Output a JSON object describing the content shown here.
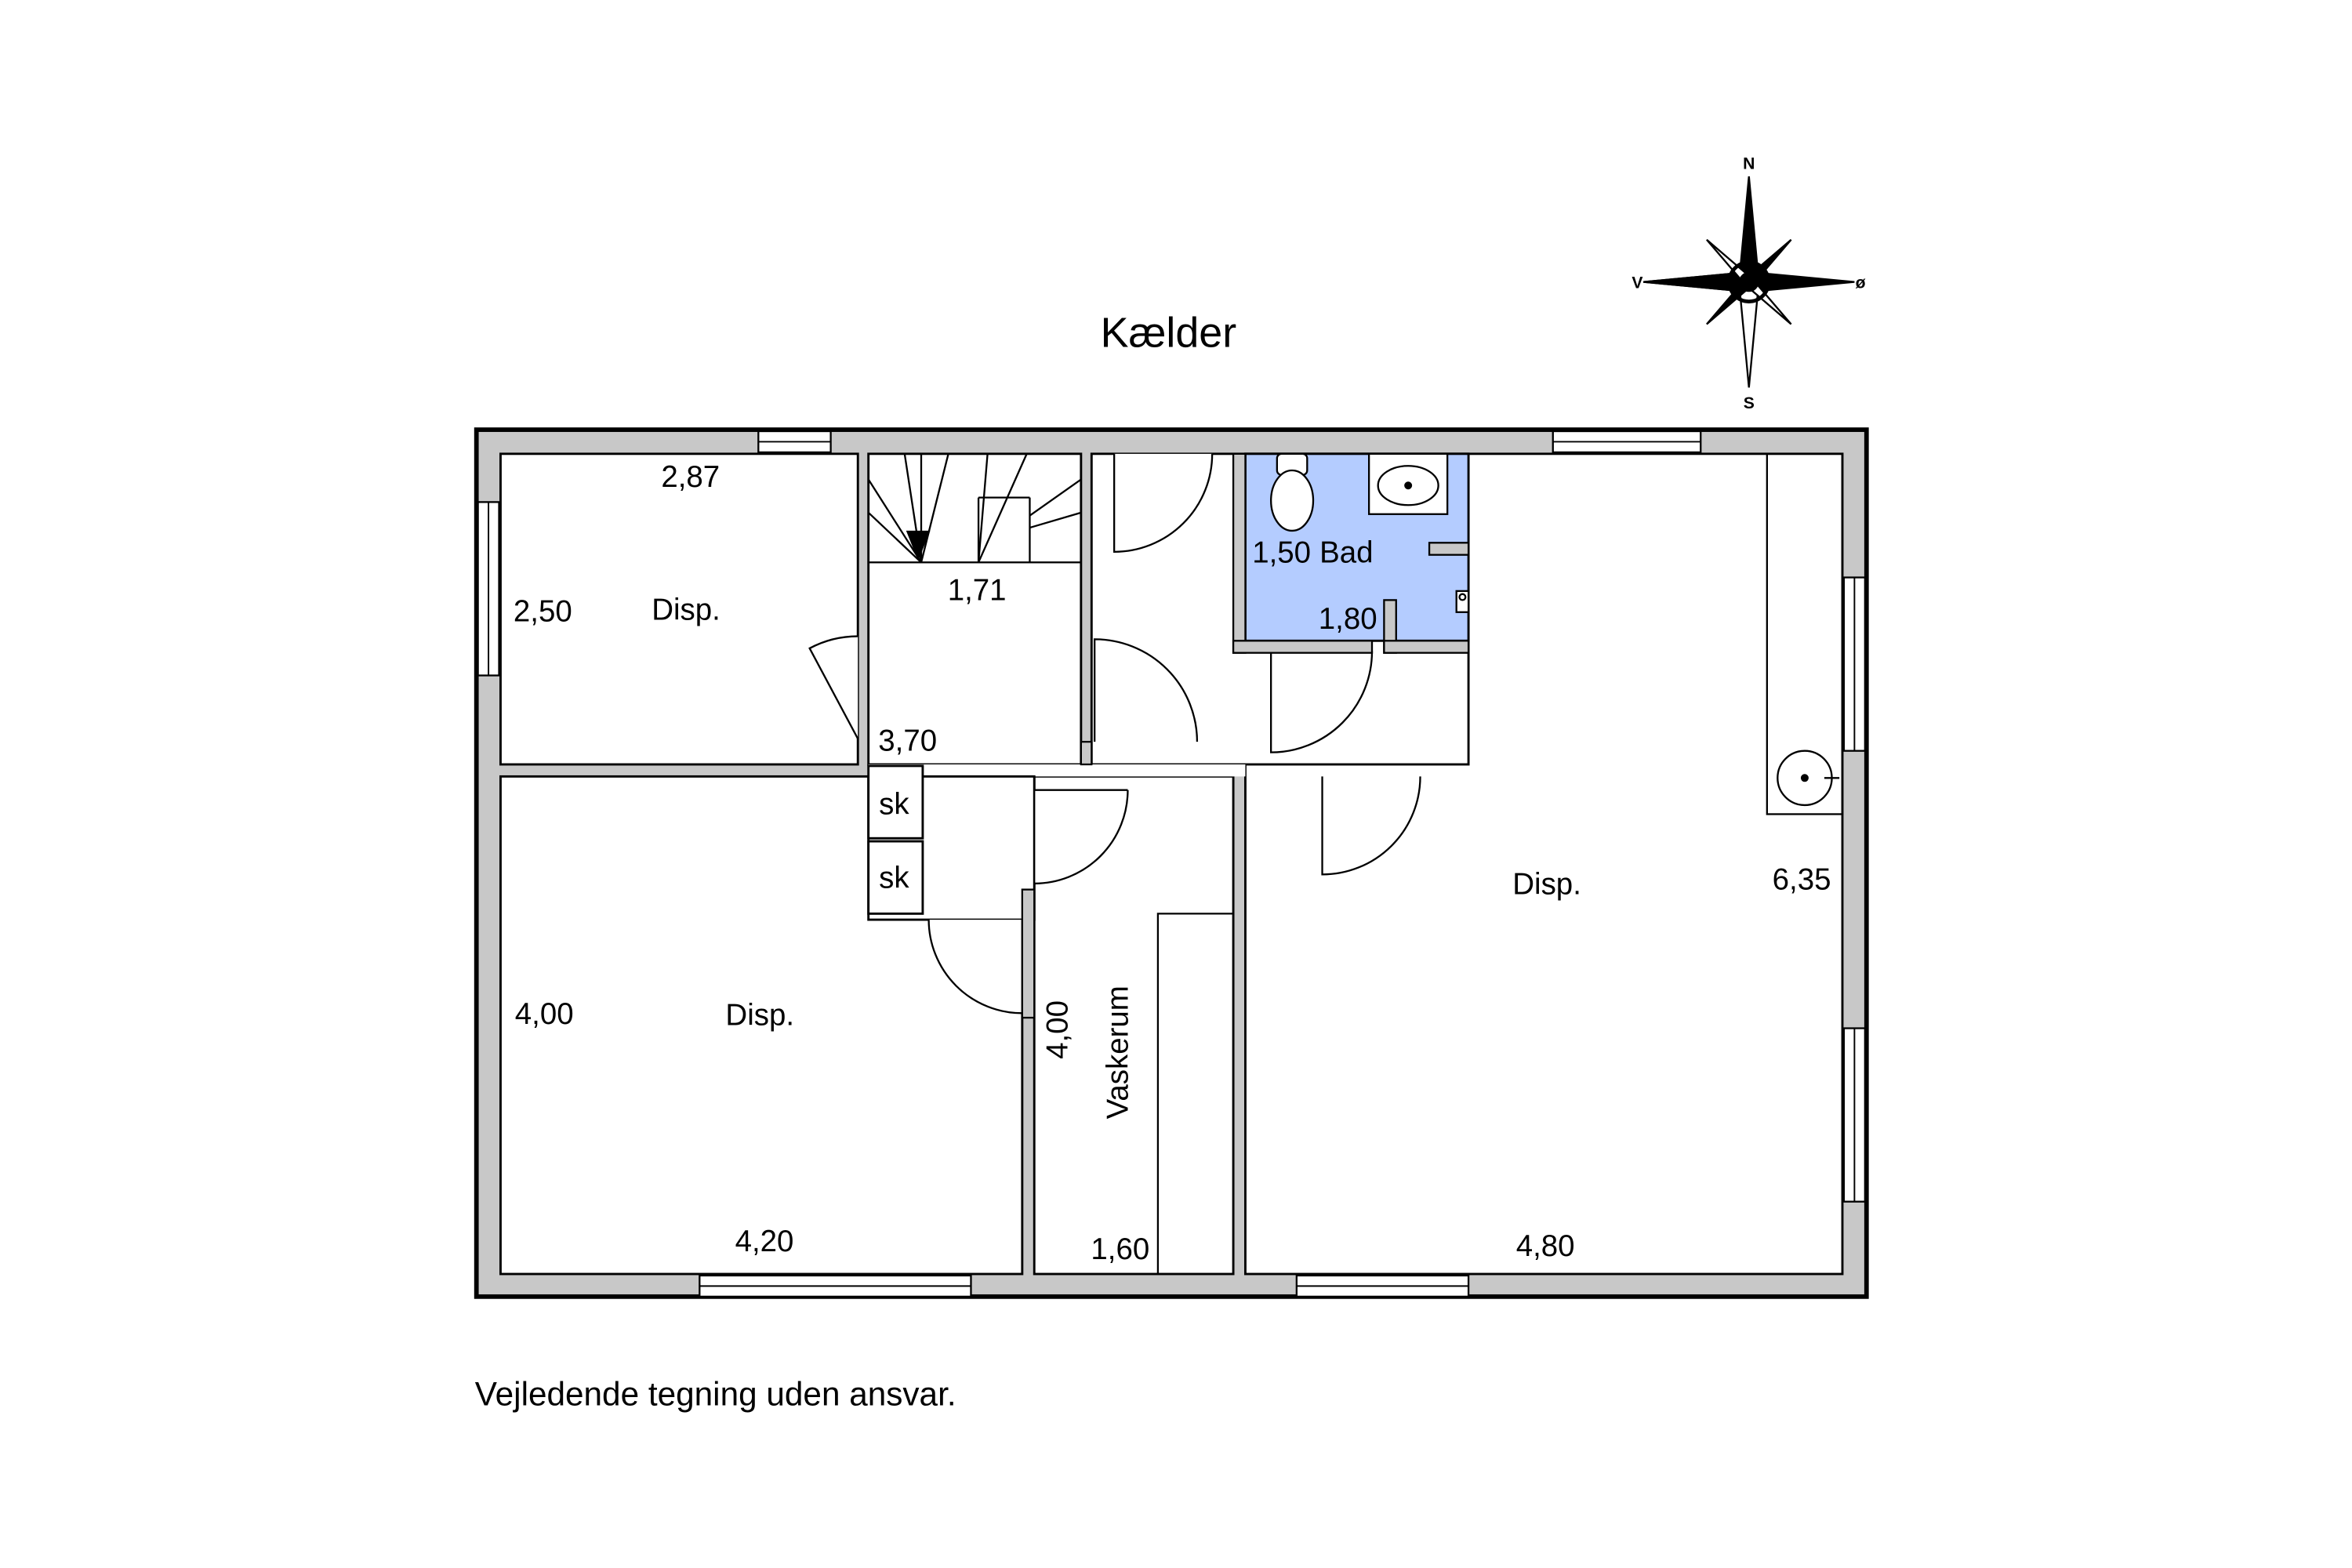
{
  "title": "Kælder",
  "disclaimer": "Vejledende tegning uden ansvar.",
  "compass": {
    "n": "N",
    "e": "ø",
    "s": "S",
    "w": "V"
  },
  "colors": {
    "wall": "#c8c8c8",
    "bathroom": "#b4ccff",
    "floor": "#ffffff",
    "line": "#000000"
  },
  "rooms": {
    "top_left": {
      "name": "Disp.",
      "width": "2,87",
      "depth": "2,50"
    },
    "stairs": {
      "dim": "1,71"
    },
    "hall": {
      "dim": "3,70"
    },
    "closet_1": {
      "name": "sk"
    },
    "closet_2": {
      "name": "sk"
    },
    "bath": {
      "name": "Bad",
      "width": "1,50",
      "depth": "1,80"
    },
    "bottom_left": {
      "name": "Disp.",
      "depth": "4,00",
      "width": "4,20"
    },
    "laundry": {
      "name": "Vaskerum",
      "depth": "4,00",
      "width": "1,60"
    },
    "right": {
      "name": "Disp.",
      "depth": "6,35",
      "width": "4,80"
    }
  }
}
